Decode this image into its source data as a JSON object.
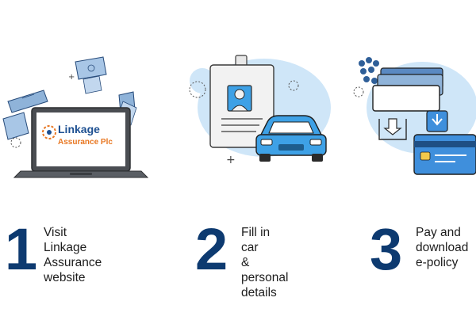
{
  "steps": [
    {
      "number": "1",
      "text": "Visit\nLinkage Assurance\nwebsite",
      "icon": "laptop-with-banknotes-icon"
    },
    {
      "number": "2",
      "text": "Fill in car\n& personal\ndetails",
      "icon": "id-card-and-car-icon"
    },
    {
      "number": "3",
      "text": "Pay and\ndownload\ne-policy",
      "icon": "payment-and-download-icon"
    }
  ],
  "logo": {
    "line1": "Linkage",
    "line2": "Assurance Plc"
  },
  "colors": {
    "number": "#0d3a70",
    "blob": "#cfe6f8",
    "logo_blue": "#1c4f91",
    "logo_orange": "#e87722",
    "car": "#3ea1e6",
    "card": "#3f8fdc"
  }
}
